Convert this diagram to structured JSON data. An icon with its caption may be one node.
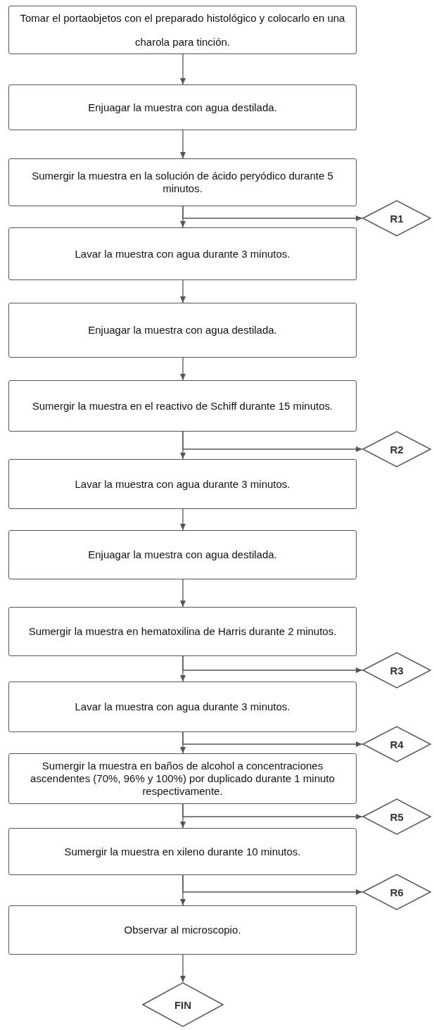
{
  "diagram": {
    "nodes": [
      {
        "text": [
          "Tomar el portaobjetos con el preparado histológico y colocarlo en una charola para tinción."
        ]
      },
      {
        "text": [
          "Enjuagar la muestra con agua destilada."
        ]
      },
      {
        "text": [
          "Sumergir la muestra en la solución de ácido peryódico durante 5 minutos."
        ]
      },
      {
        "text": [
          "R1"
        ]
      },
      {
        "text": [
          "Lavar la muestra con agua durante 3 minutos."
        ]
      },
      {
        "text": [
          "Enjuagar la muestra con agua destilada."
        ]
      },
      {
        "text": [
          "Sumergir la muestra en el reactivo de Schiff durante 15 minutos."
        ]
      },
      {
        "text": [
          "R2"
        ]
      },
      {
        "text": [
          "Lavar la muestra con agua durante 3 minutos."
        ]
      },
      {
        "text": [
          "Enjuagar la muestra con agua destilada."
        ]
      },
      {
        "text": [
          "Sumergir la muestra en hematoxilina de Harris durante 2 minutos."
        ]
      },
      {
        "text": [
          "R3"
        ]
      },
      {
        "text": [
          "Lavar la muestra con agua durante 3 minutos."
        ]
      },
      {
        "text": [
          "R4"
        ]
      },
      {
        "text": [
          "Sumergir la muestra en baños de alcohol a concentraciones ascendentes (70%, 96% y 100%) por duplicado durante 1 minuto respectivamente."
        ]
      },
      {
        "text": [
          "R5"
        ]
      },
      {
        "text": [
          "Sumergir la muestra en xileno durante 10 minutos."
        ]
      },
      {
        "text": [
          "R6"
        ]
      },
      {
        "text": [
          "Observar al microscopio."
        ]
      },
      {
        "text": [
          "FIN"
        ]
      }
    ],
    "edges": [
      {
        "from": 0,
        "to": 1,
        "arrow": "to"
      },
      {
        "from": 1,
        "to": 2,
        "arrow": "to"
      },
      {
        "from": 2,
        "to": 3,
        "arrow": "to"
      },
      {
        "from": 2,
        "to": 4,
        "arrow": "to"
      },
      {
        "from": 4,
        "to": 5,
        "arrow": "to"
      },
      {
        "from": 5,
        "to": 6,
        "arrow": "to"
      },
      {
        "from": 6,
        "to": 7,
        "arrow": "to"
      },
      {
        "from": 6,
        "to": 8,
        "arrow": "to"
      },
      {
        "from": 8,
        "to": 9,
        "arrow": "to"
      },
      {
        "from": 9,
        "to": 10,
        "arrow": "to"
      },
      {
        "from": 10,
        "to": 11,
        "arrow": "to"
      },
      {
        "from": 10,
        "to": 12,
        "arrow": "to"
      },
      {
        "from": 12,
        "to": 13,
        "arrow": "to"
      },
      {
        "from": 12,
        "to": 14,
        "arrow": "to"
      },
      {
        "from": 14,
        "to": 15,
        "arrow": "to"
      },
      {
        "from": 14,
        "to": 16,
        "arrow": "to"
      },
      {
        "from": 16,
        "to": 17,
        "arrow": "to"
      },
      {
        "from": 16,
        "to": 18,
        "arrow": "to"
      },
      {
        "from": 18,
        "to": 19,
        "arrow": "to"
      }
    ]
  }
}
